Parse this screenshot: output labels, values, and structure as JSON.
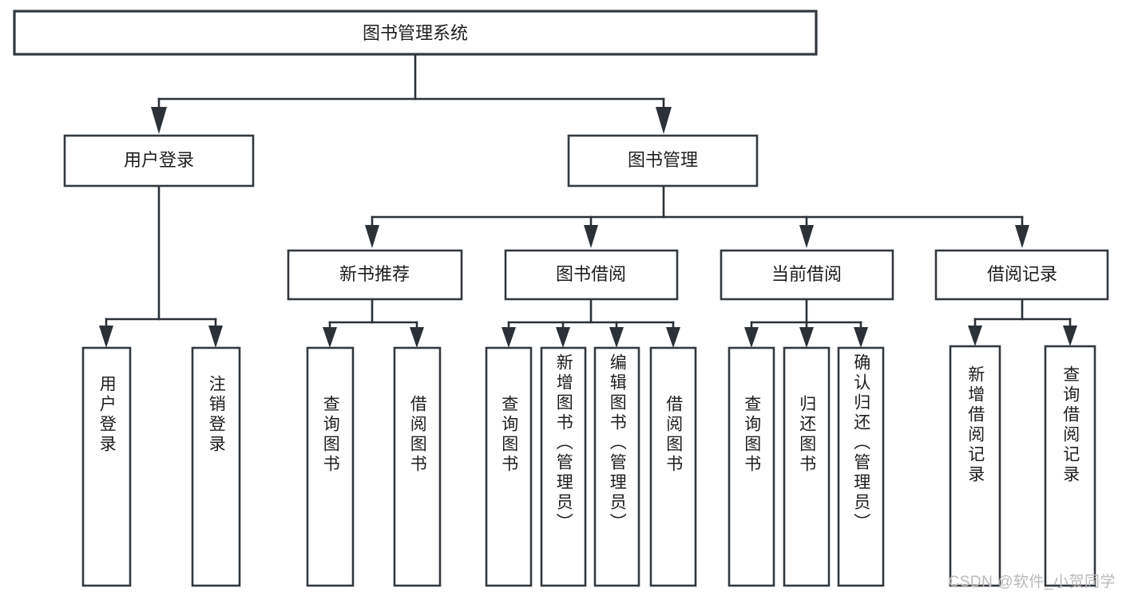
{
  "diagram": {
    "type": "tree-hierarchy",
    "title": "图书管理系统",
    "watermark": "CSDN @软件_小贺同学",
    "colors": {
      "box_stroke": "#33393f",
      "connector": "#2b3137",
      "text": "#1d1d1d",
      "background": "#ffffff",
      "watermark": "#b9b9b9"
    },
    "levels": {
      "root": {
        "label": "图书管理系统"
      },
      "level2": [
        {
          "label": "用户登录"
        },
        {
          "label": "图书管理"
        }
      ],
      "level3": [
        {
          "label": "新书推荐"
        },
        {
          "label": "图书借阅"
        },
        {
          "label": "当前借阅"
        },
        {
          "label": "借阅记录"
        }
      ]
    },
    "leaves": {
      "user_login": [
        {
          "label": "用户登录"
        },
        {
          "label": "注销登录"
        }
      ],
      "new_book_recommend": [
        {
          "label": "查询图书"
        },
        {
          "label": "借阅图书"
        }
      ],
      "book_borrow": [
        {
          "label": "查询图书"
        },
        {
          "label": "新增图书（管理员）"
        },
        {
          "label": "编辑图书（管理员）"
        },
        {
          "label": "借阅图书"
        }
      ],
      "current_borrow": [
        {
          "label": "查询图书"
        },
        {
          "label": "归还图书"
        },
        {
          "label": "确认归还（管理员）"
        }
      ],
      "borrow_record": [
        {
          "label": "新增借阅记录"
        },
        {
          "label": "查询借阅记录"
        }
      ]
    }
  }
}
